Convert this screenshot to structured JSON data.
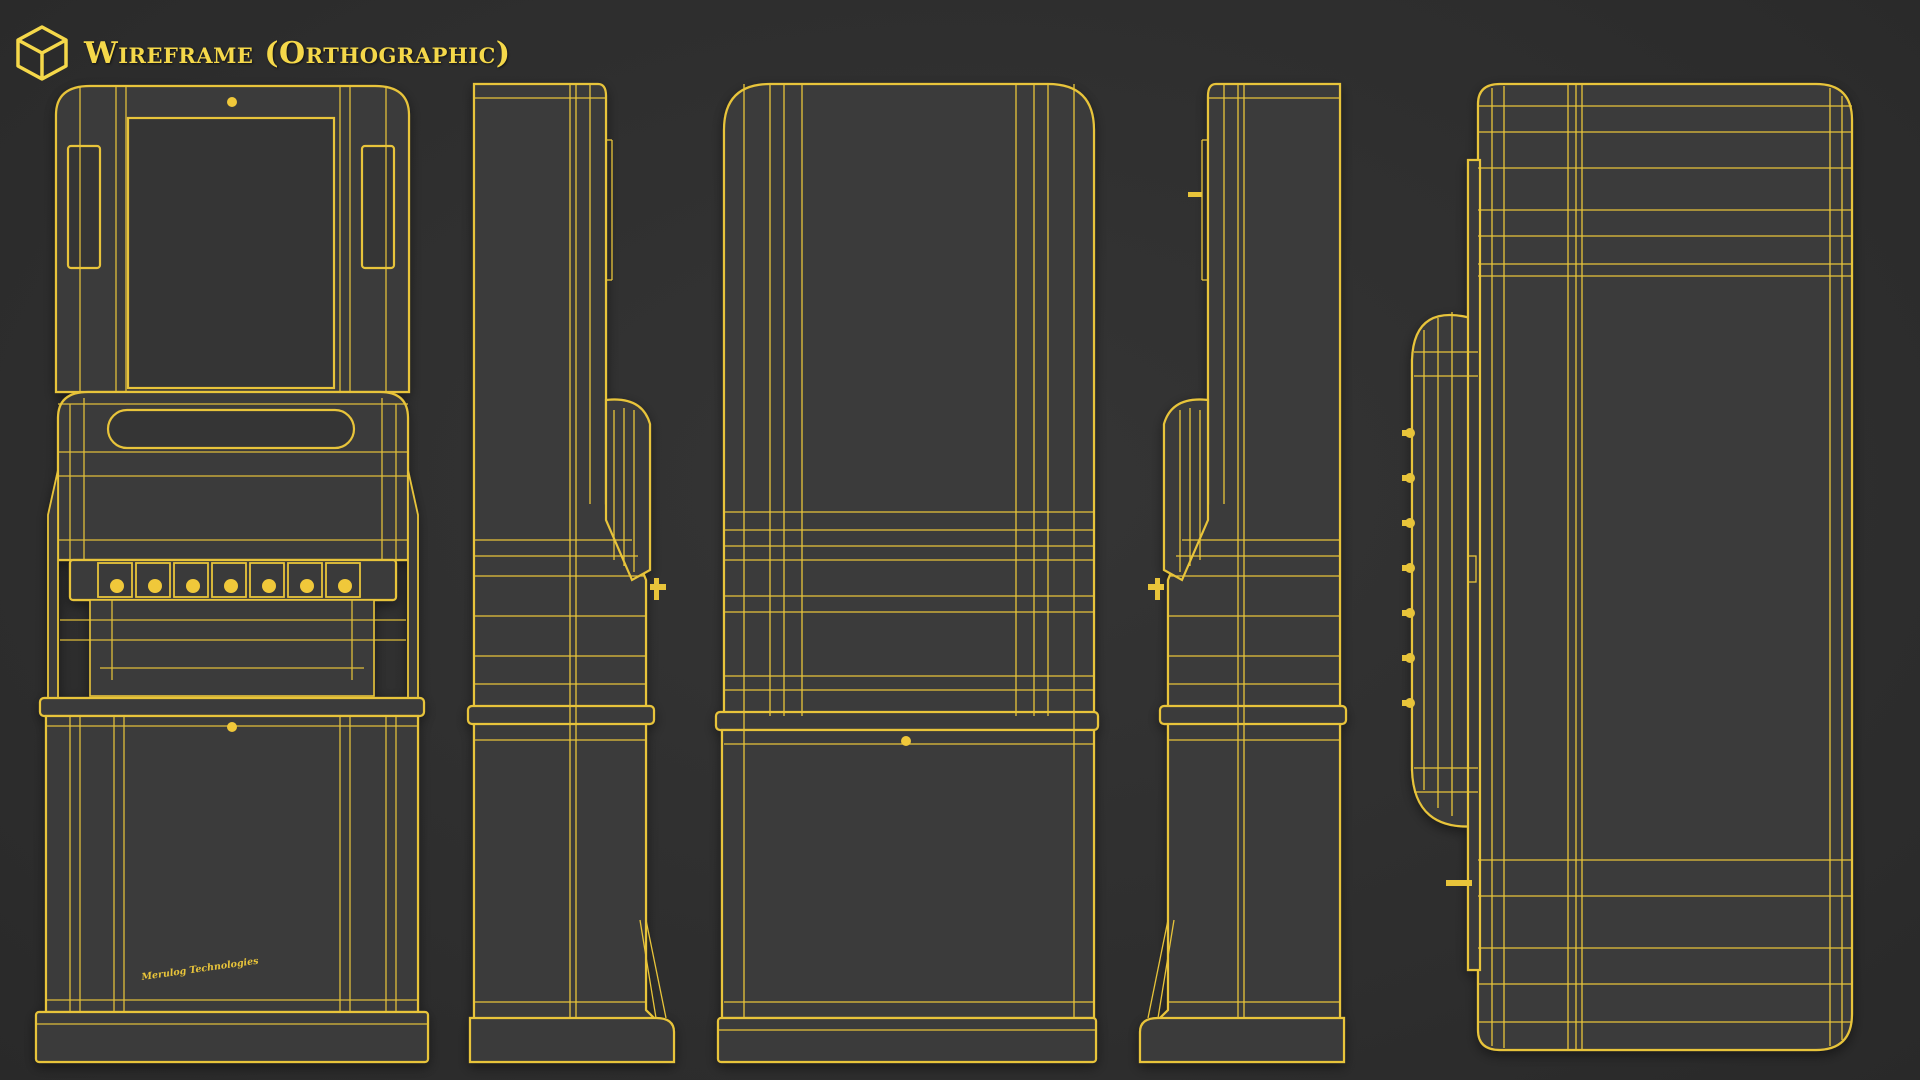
{
  "header": {
    "title": "Wireframe (Orthographic)",
    "icon": "cube-icon"
  },
  "colors": {
    "background": "#2f2f2f",
    "wire": "#e8c43a",
    "panel": "#3a3a3a",
    "title": "#f5d84a"
  },
  "views": [
    {
      "id": "front",
      "label": "",
      "buttons": 7
    },
    {
      "id": "side-left",
      "label": ""
    },
    {
      "id": "back",
      "label": ""
    },
    {
      "id": "side-right",
      "label": ""
    },
    {
      "id": "top",
      "label": "",
      "buttons": 7
    }
  ],
  "engraving": "Merulog Technologies"
}
